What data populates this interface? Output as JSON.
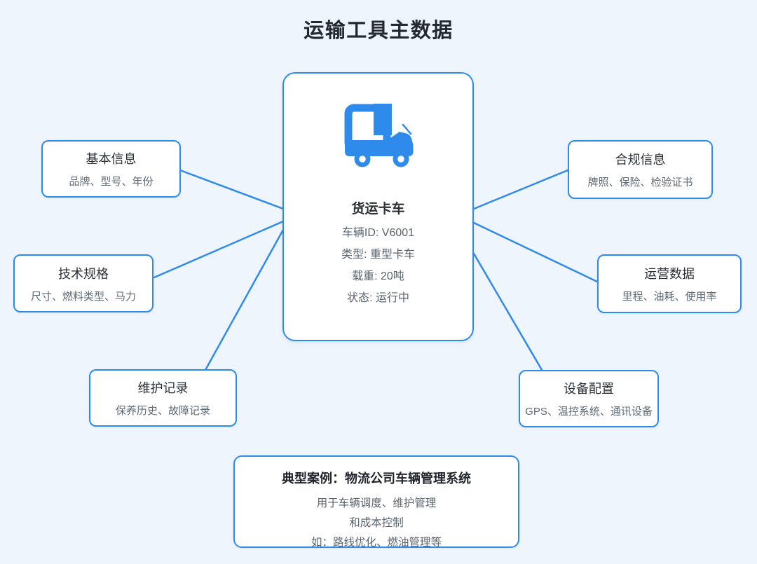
{
  "title": "运输工具主数据",
  "theme": {
    "background": "#EFF5FC",
    "accent": "#2E8BEC",
    "box_background": "#FFFFFF",
    "title_text": "#24292F",
    "body_text": "#5E6974"
  },
  "center_node": {
    "icon": "truck-icon",
    "title": "货运卡车",
    "details": [
      "车辆ID: V6001",
      "类型: 重型卡车",
      "载重: 20吨",
      "状态: 运行中"
    ]
  },
  "nodes": [
    {
      "id": "basic-info",
      "side": "left",
      "title": "基本信息",
      "subtitle": "品牌、型号、年份"
    },
    {
      "id": "tech-specs",
      "side": "left",
      "title": "技术规格",
      "subtitle": "尺寸、燃料类型、马力"
    },
    {
      "id": "maintenance",
      "side": "left",
      "title": "维护记录",
      "subtitle": "保养历史、故障记录"
    },
    {
      "id": "compliance",
      "side": "right",
      "title": "合规信息",
      "subtitle": "牌照、保险、检验证书"
    },
    {
      "id": "operations",
      "side": "right",
      "title": "运营数据",
      "subtitle": "里程、油耗、使用率"
    },
    {
      "id": "equipment",
      "side": "right",
      "title": "设备配置",
      "subtitle": "GPS、温控系统、通讯设备"
    }
  ],
  "case_box": {
    "title": "典型案例：物流公司车辆管理系统",
    "lines": [
      "用于车辆调度、维护管理",
      "和成本控制",
      "如：路线优化、燃油管理等"
    ]
  }
}
